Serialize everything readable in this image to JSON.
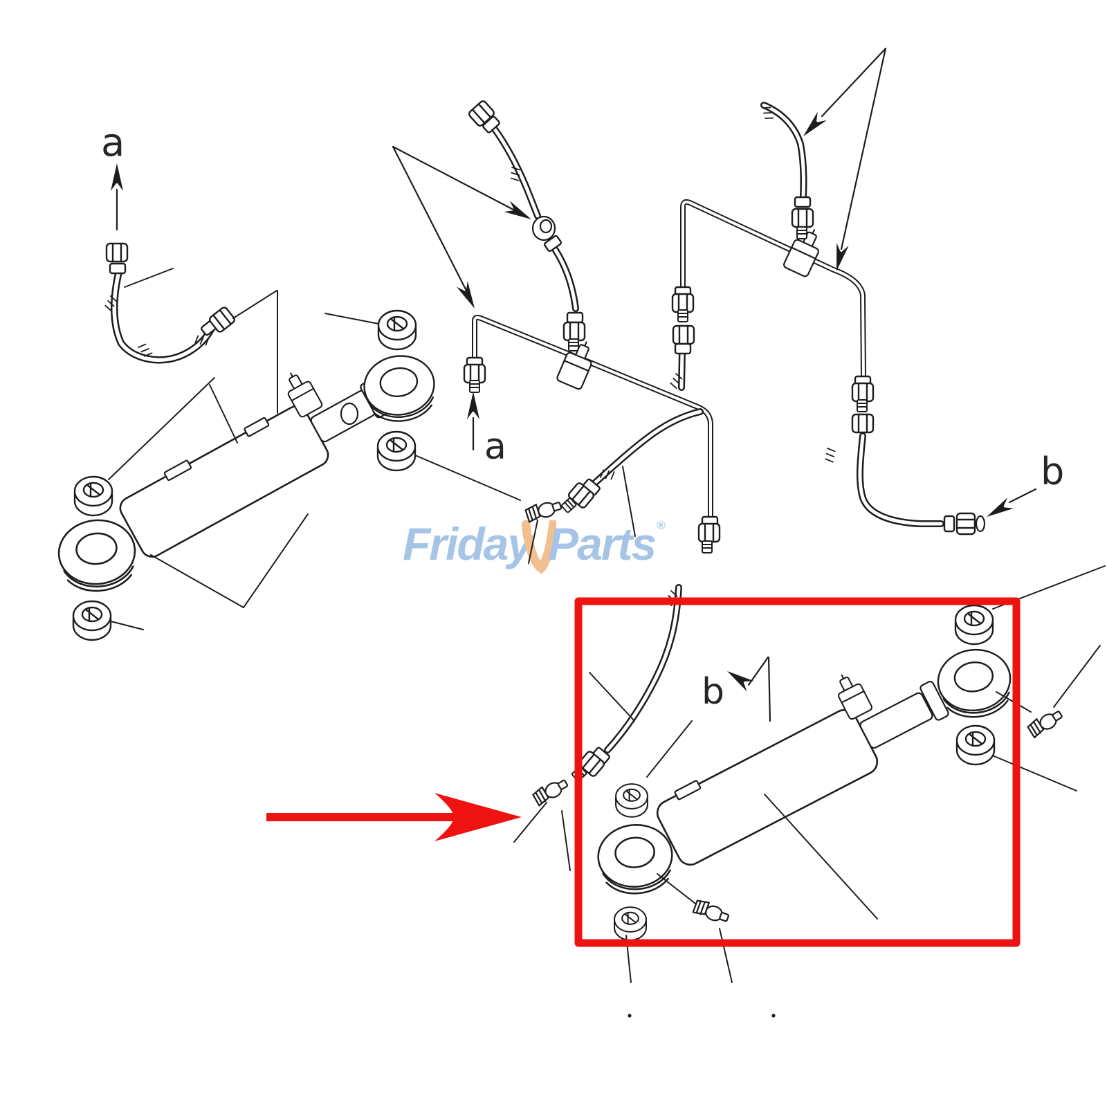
{
  "diagram": {
    "type": "exploded-parts-diagram",
    "subject": "hydraulic-cylinder-and-hose-assembly",
    "labels": {
      "a_top": "a",
      "a_middle": "a",
      "b_right": "b",
      "b_inside_box": "b"
    },
    "watermark": {
      "word1": "Friday",
      "word2": "Parts",
      "registered": "®",
      "text_color": "#a6c4e6",
      "check_color": "#f3bf8e"
    },
    "colors": {
      "line": "#1d1d1d",
      "highlight_red": "#ee1311",
      "background": "#ffffff"
    }
  }
}
